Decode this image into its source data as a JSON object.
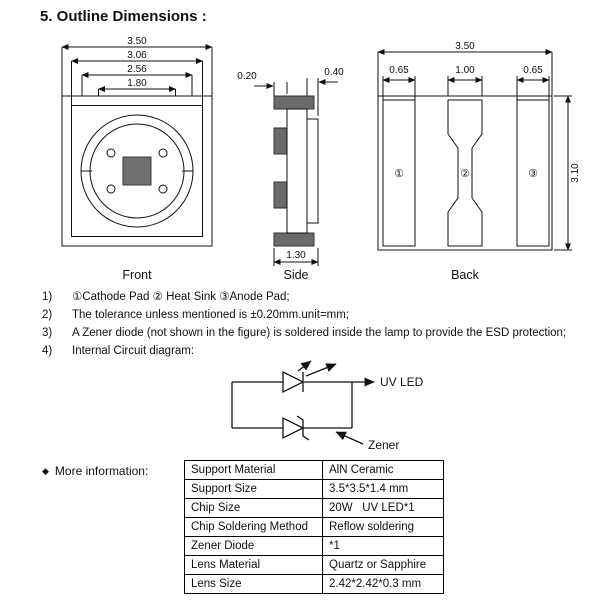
{
  "title": "5. Outline Dimensions :",
  "front_view": {
    "label": "Front",
    "dims": {
      "dim1": "3.50",
      "dim2": "3.06",
      "dim3": "2.56",
      "dim4": "1.80"
    }
  },
  "side_view": {
    "label": "Side",
    "dims": {
      "tab": "0.20",
      "lens": "0.40",
      "thickness": "1.30"
    }
  },
  "back_view": {
    "label": "Back",
    "dims": {
      "width": "3.50",
      "pad_left": "0.65",
      "pad_center": "1.00",
      "pad_right": "0.65",
      "height": "3.10"
    },
    "pads": {
      "p1": "①",
      "p2": "②",
      "p3": "③"
    }
  },
  "notes": [
    {
      "num": "1)",
      "text": "①Cathode Pad ② Heat Sink ③Anode Pad;"
    },
    {
      "num": "2)",
      "text": "The tolerance unless mentioned is ±0.20mm.unit=mm;"
    },
    {
      "num": "3)",
      "text": "A Zener diode (not shown in the figure) is soldered inside the lamp to provide the ESD protection;"
    },
    {
      "num": "4)",
      "text": "Internal Circuit diagram:"
    }
  ],
  "circuit": {
    "led_label": "UV LED",
    "zener_label": "Zener"
  },
  "more_info": {
    "bullet": "◆",
    "heading": "More information:",
    "table_rows": [
      {
        "key": "Support Material",
        "value": "AlN Ceramic"
      },
      {
        "key": "Support Size",
        "value": "3.5*3.5*1.4 mm"
      },
      {
        "key": "Chip Size",
        "value": "20W   UV LED*1"
      },
      {
        "key": "Chip Soldering Method",
        "value": "Reflow soldering"
      },
      {
        "key": "Zener Diode",
        "value": "*1"
      },
      {
        "key": "Lens Material",
        "value": "Quartz or Sapphire"
      },
      {
        "key": "Lens Size",
        "value": "2.42*2.42*0.3 mm"
      }
    ]
  }
}
